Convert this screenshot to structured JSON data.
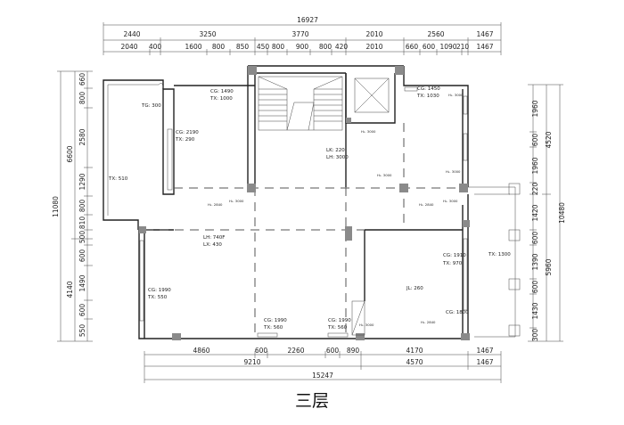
{
  "title": "三层",
  "dimensions": {
    "top_total": "16927",
    "top_row1": [
      "2440",
      "3250",
      "3770",
      "2010",
      "2560",
      "1467"
    ],
    "top_row2": [
      "2040",
      "400",
      "1600",
      "800",
      "850",
      "450",
      "800",
      "900",
      "800",
      "420",
      "2010",
      "660",
      "600",
      "1090",
      "210",
      "1467"
    ],
    "bottom_row1": [
      "4860",
      "600",
      "2260",
      "600",
      "890",
      "4170",
      "1467"
    ],
    "bottom_row2": [
      "9210",
      "4570",
      "1467"
    ],
    "bottom_total": "15247",
    "left_total": "11080",
    "left_row1": [
      "6600",
      "4140"
    ],
    "left_row2": [
      "660",
      "800",
      "2580",
      "1290",
      "800",
      "810",
      "500",
      "600",
      "1490",
      "600",
      "550"
    ],
    "right_total": "10480",
    "right_row1": [
      "4520",
      "5960"
    ],
    "right_row2": [
      "1960",
      "600",
      "1960",
      "220",
      "1420",
      "600",
      "1390",
      "600",
      "1430",
      "300"
    ]
  },
  "room_labels": {
    "tg": "TG: 300",
    "cg1490": "CG: 1490",
    "tx1000": "TX: 1000",
    "cg2190": "CG: 2190",
    "tx290": "TX: 290",
    "tx510": "TX: 510",
    "lk220": "LK: 220",
    "lh3000": "LH: 3000",
    "cg1450": "CG: 1450",
    "tx1030": "TX: 1030",
    "lh740f": "LH: 740F",
    "lx430": "LX: 430",
    "cg1990_left": "CG: 1990",
    "tx550": "TX: 550",
    "cg1910": "CG: 1910",
    "tx970": "TX: 970",
    "tx1300": "TX: 1300",
    "jl260": "JL: 260",
    "cg1800": "CG: 1800",
    "cg1990_b1": "CG: 1990",
    "tx560_b1": "TX: 560",
    "cg1990_b2": "CG: 1990",
    "tx560_b2": "TX: 560"
  },
  "height_marks": {
    "h1": "H₂. 3000",
    "h2": "H₂. 3000",
    "h3": "H₂. 3000",
    "h4": "H₂. 2840",
    "h5": "H₂. 3000",
    "h6": "H₂. 2840",
    "h7": "H₂. 3000",
    "h8": "H₂. 3000",
    "h9": "H₂. 3000",
    "h10": "H₂. 2840"
  }
}
